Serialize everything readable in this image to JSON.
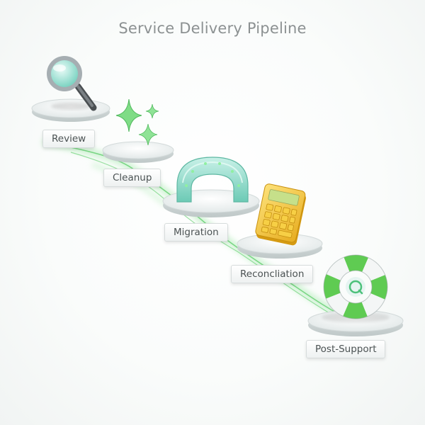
{
  "diagram": {
    "title": "Service Delivery Pipeline",
    "stages": [
      {
        "label": "Review",
        "icon": "magnifier-icon"
      },
      {
        "label": "Cleanup",
        "icon": "sparkles-icon"
      },
      {
        "label": "Migration",
        "icon": "arch-bridge-icon"
      },
      {
        "label": "Reconcliation",
        "icon": "calculator-icon"
      },
      {
        "label": "Post-Support",
        "icon": "lifebuoy-icon"
      }
    ]
  },
  "colors": {
    "accent_green": "#6fd37a",
    "teal": "#7fd9c8",
    "calculator_yellow": "#f3c433",
    "platform": "#e9eeee"
  }
}
